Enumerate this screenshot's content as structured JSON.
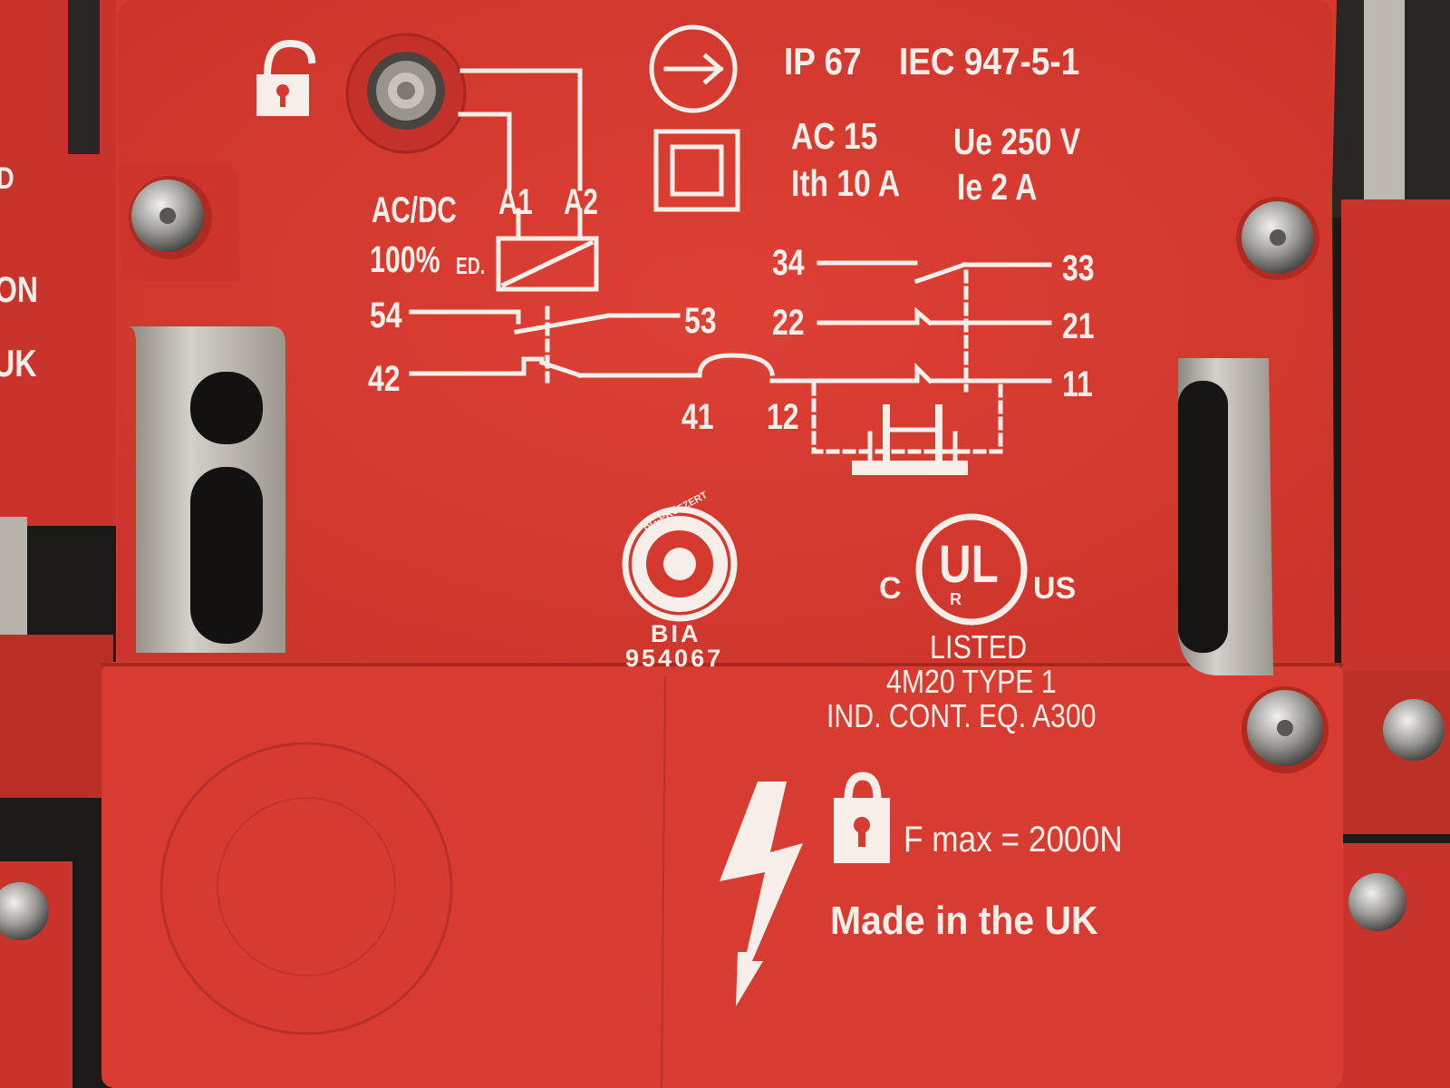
{
  "colors": {
    "housing": "#d93a2f",
    "housing_dark": "#c02f26",
    "housing_shadow": "#8f211b",
    "print": "#f6efe9",
    "metal": "#c9c5bf",
    "background": "#1c1a18"
  },
  "icons": [
    "unlock-icon",
    "indicator-lamp",
    "direction-arrow-icon",
    "double-insulation-icon",
    "relay-coil-symbol",
    "lock-icon",
    "lightning-bolt-icon",
    "bg-pruefzert-seal",
    "ul-listed-logo"
  ],
  "ratings": {
    "ip": "IP 67",
    "standard": "IEC 947-5-1",
    "ac_class": "AC 15",
    "ue": "Ue 250 V",
    "ith": "Ith 10 A",
    "ie": "Ie  2 A"
  },
  "coil": {
    "supply": "AC/DC",
    "a1": "A1",
    "a2": "A2",
    "duty": "100%",
    "duty_suffix": "ED."
  },
  "terminals": {
    "t54": "54",
    "t53": "53",
    "t42": "42",
    "t41": "41",
    "t34": "34",
    "t33": "33",
    "t22": "22",
    "t21": "21",
    "t12": "12",
    "t11": "11"
  },
  "certification": {
    "seal_ring_text": "BG-PRÜFZERT",
    "bia": "BIA",
    "bia_number": "954067",
    "ul_c": "C",
    "ul_mark": "UL",
    "ul_r": "R",
    "ul_us": "US",
    "listed": "LISTED",
    "type": "4M20 TYPE 1",
    "equipment": "IND. CONT. EQ. A300"
  },
  "force": "F max = 2000N",
  "origin": "Made in the UK",
  "edge_fragments": {
    "left_a": "D",
    "left_b": "ON",
    "left_c": "UK"
  }
}
